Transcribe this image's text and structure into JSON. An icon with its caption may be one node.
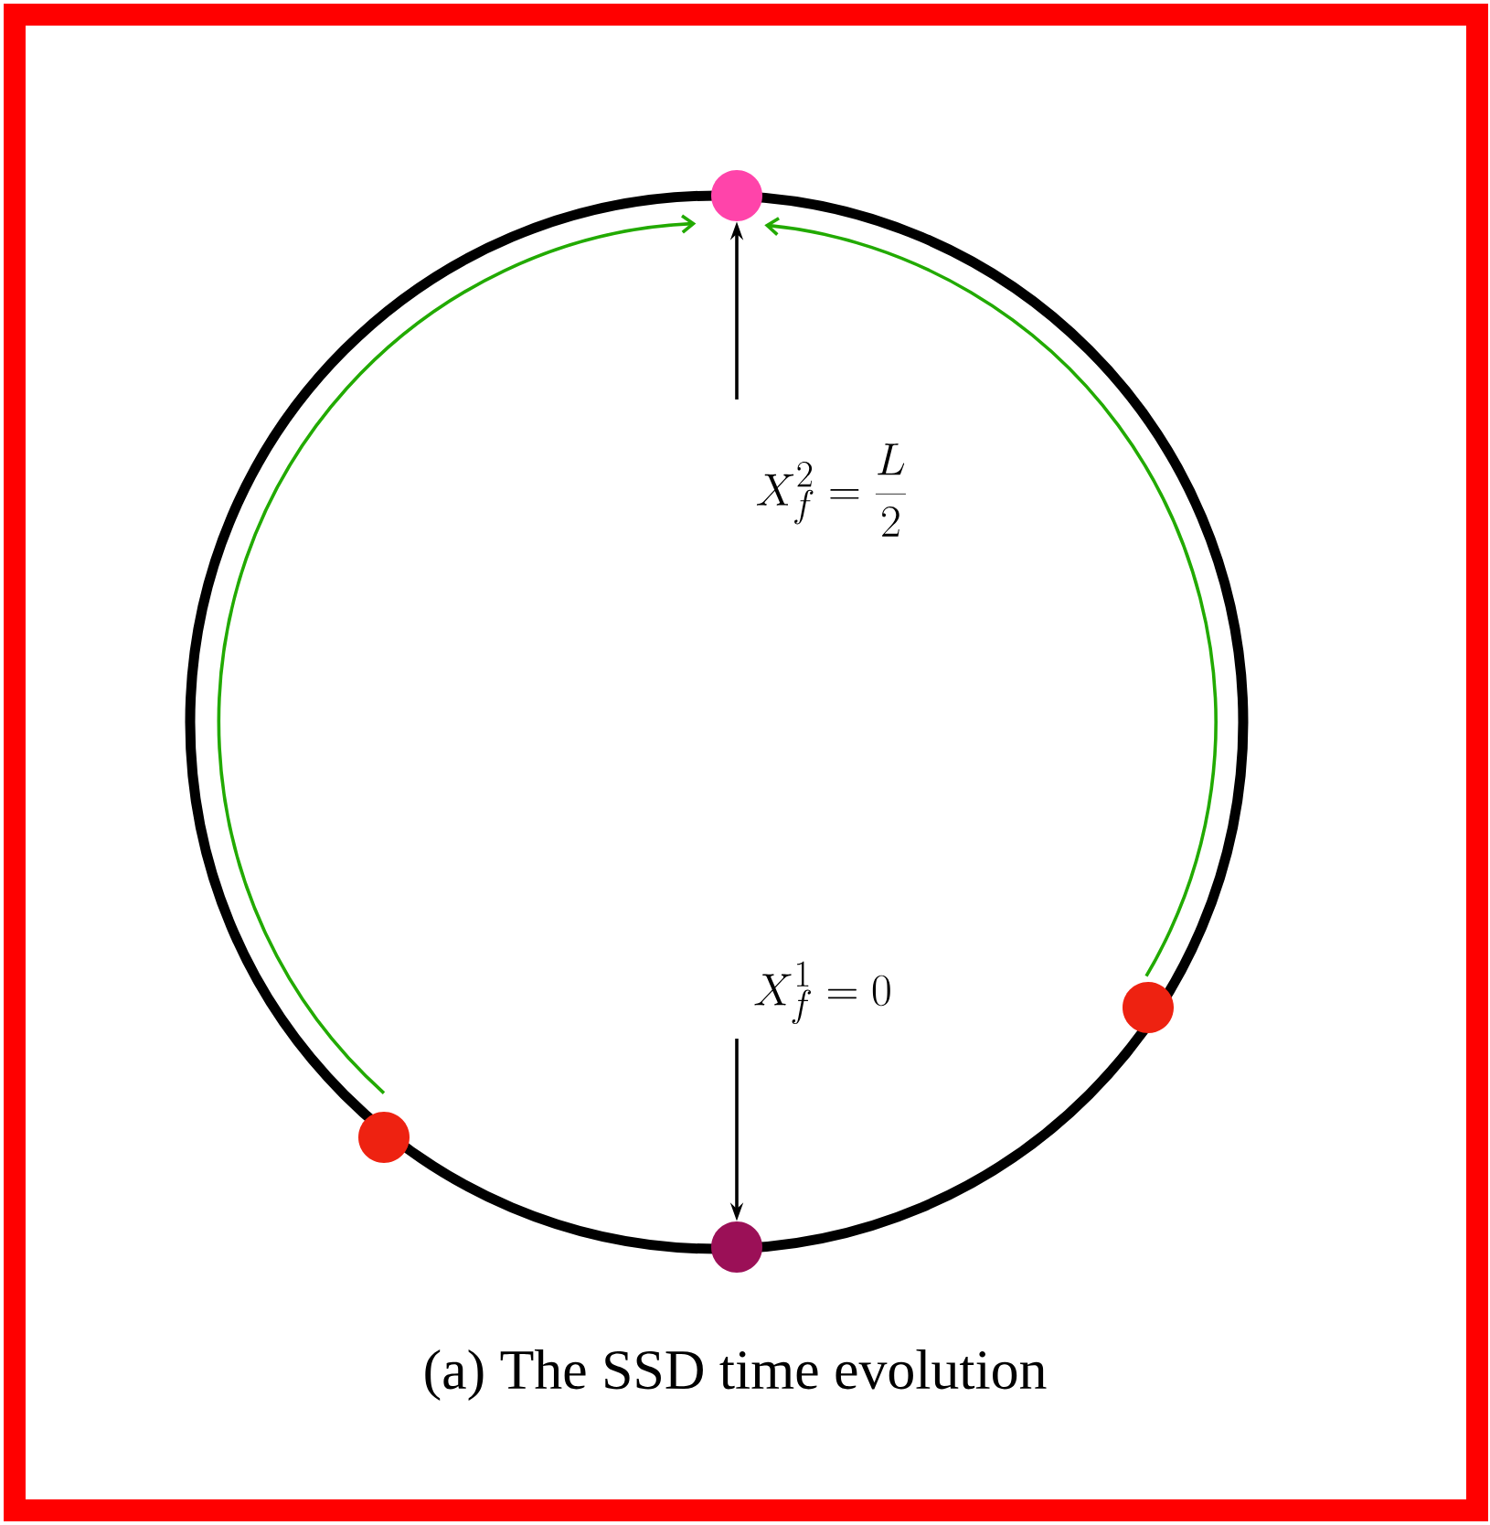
{
  "diagram": {
    "caption": "(a) The SSD time evolution",
    "nodes": [
      {
        "text": [],
        "shape": "circle"
      },
      {
        "text": [],
        "shape": "circle"
      },
      {
        "text": [],
        "shape": "circle"
      },
      {
        "text": [],
        "shape": "circle"
      },
      {
        "text": [
          "X_f^2 = \\frac{L}{2}"
        ]
      },
      {
        "text": [
          "X_f^1 = 0"
        ]
      }
    ],
    "edges": [
      {
        "from": 2,
        "to": 0,
        "arrow": "to",
        "color": "#22aa00"
      },
      {
        "from": 3,
        "to": 0,
        "arrow": "to",
        "color": "#22aa00"
      },
      {
        "from": 4,
        "to": 0,
        "arrow": "to",
        "color": "#000000"
      },
      {
        "from": 5,
        "to": 1,
        "arrow": "to",
        "color": "#000000"
      }
    ]
  }
}
